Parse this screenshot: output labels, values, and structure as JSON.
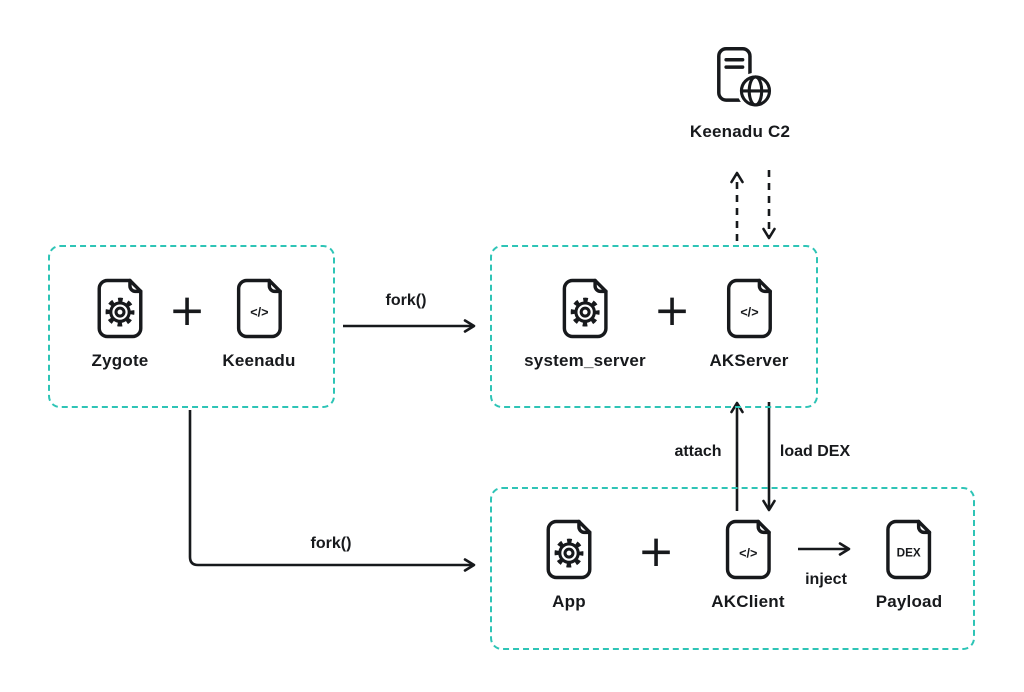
{
  "c2": {
    "label": "Keenadu C2"
  },
  "groups": {
    "zygote": {
      "items": {
        "gear_label": "Zygote",
        "code_label": "Keenadu"
      }
    },
    "system": {
      "items": {
        "gear_label": "system_server",
        "code_label": "AKServer"
      }
    },
    "app": {
      "items": {
        "gear_label": "App",
        "code_label": "AKClient",
        "payload_label": "Payload"
      }
    }
  },
  "edges": {
    "fork_top": "fork()",
    "fork_bottom": "fork()",
    "attach": "attach",
    "load_dex": "load DEX",
    "inject": "inject"
  },
  "glyphs": {
    "plus": "+",
    "code": "</>",
    "dex": "DEX"
  },
  "colors": {
    "ink": "#17191c",
    "box_border": "#2ec4b6",
    "background": "#ffffff"
  }
}
